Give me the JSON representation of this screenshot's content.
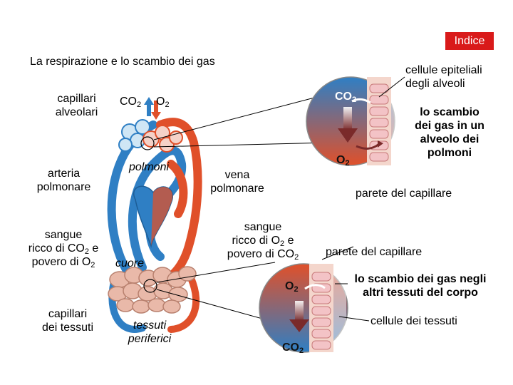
{
  "index_button": "Indice",
  "title": "La respirazione e lo scambio dei gas",
  "labels": {
    "capillari_alveolari": [
      "capillari",
      "alveolari"
    ],
    "arteria_polmonare": [
      "arteria",
      "polmonare"
    ],
    "sangue_ricco_co2": [
      "sangue",
      "ricco di CO",
      "2",
      " e",
      "povero di O",
      "2"
    ],
    "capillari_tessuti": [
      "capillari",
      "dei tessuti"
    ],
    "gas_top_co2": "CO",
    "gas_top_o2": "O",
    "polmoni": "polmoni",
    "cuore": "cuore",
    "tessuti_periferici": [
      "tessuti",
      "periferici"
    ],
    "vena_polmonare": [
      "vena",
      "polmonare"
    ],
    "sangue_ricco_o2": [
      "sangue",
      "ricco di O",
      "2",
      " e",
      "povero di CO",
      "2"
    ],
    "cellule_epiteliali": [
      "cellule epiteliali",
      "degli alveoli"
    ],
    "scambio_alveolo": [
      "lo scambio",
      "dei gas in un",
      "alveolo dei",
      "polmoni"
    ],
    "parete_capillare_1": "parete del capillare",
    "parete_capillare_2": "parete del capillare",
    "scambio_tessuti": [
      "lo scambio dei gas negli",
      "altri tessuti del corpo"
    ],
    "cellule_tessuti": "cellule dei tessuti",
    "alveolo_co2": "CO",
    "alveolo_o2": "O",
    "tessuti_o2": "O",
    "tessuti_co2": "CO",
    "subscript_2": "2"
  },
  "colors": {
    "oxygenated": "#e0502a",
    "deoxygenated": "#2f7fc4",
    "index_button": "#d91a1a",
    "lung_alveoli": "#cfe6f5",
    "tissue_cells": "#e9b9a9"
  }
}
